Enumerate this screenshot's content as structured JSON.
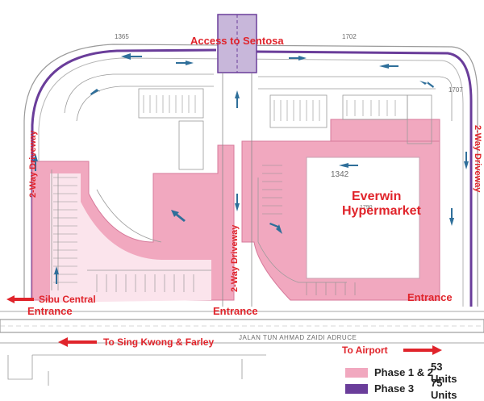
{
  "labels": {
    "access": "Access to Sentosa",
    "driveway_left": "2-Way Driveway",
    "driveway_right": "2-Way Driveway",
    "driveway_center": "2-Way Driveway",
    "sibu_central": "Sibu Central",
    "entrance_left": "Entrance",
    "entrance_center": "Entrance",
    "entrance_right": "Entrance",
    "sing_kwong": "To Sing Kwong & Farley",
    "airport": "To Airport",
    "road_name": "JALAN TUN AHMAD ZAIDI ADRUCE",
    "everwin_line1": "Everwin",
    "everwin_line2": "Hypermarket",
    "lot_1365": "1365",
    "lot_1702": "1702",
    "lot_1707": "1707",
    "lot_1342": "1342",
    "lot_1790": "1790"
  },
  "legend": [
    {
      "label": "Phase 1 & 2",
      "units": "53 Units",
      "color": "#f1a8bf"
    },
    {
      "label": "Phase 3",
      "units": "75 Units",
      "color": "#6a3d9a"
    }
  ],
  "colors": {
    "phase12": "#f1a8bf",
    "phase3": "#6a3d9a",
    "arrow": "#2f6f9a",
    "red_text": "#e0242b"
  }
}
